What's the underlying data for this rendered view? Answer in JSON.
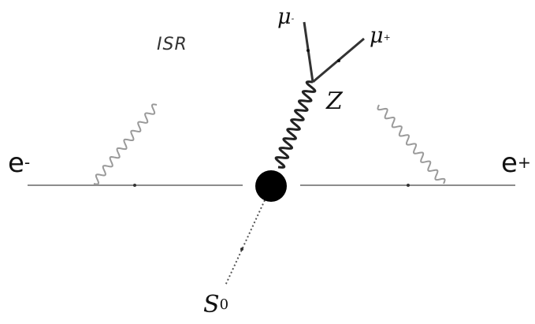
{
  "labels": {
    "isr": "ISR",
    "z_boson": "Z",
    "electron": "e",
    "electron_charge": "-",
    "positron": "e",
    "positron_charge": "+",
    "scalar": "S",
    "scalar_superscript": "0",
    "muon_1": "μ",
    "muon_1_charge": "-",
    "muon_2": "μ",
    "muon_2_charge": "+"
  },
  "colors": {
    "beam_line": "#8c8c8c",
    "photon": "#9a9a9a",
    "z_wave": "#222222",
    "muon_line": "#333333",
    "vertex": "#000000",
    "scalar_line": "#555555"
  }
}
